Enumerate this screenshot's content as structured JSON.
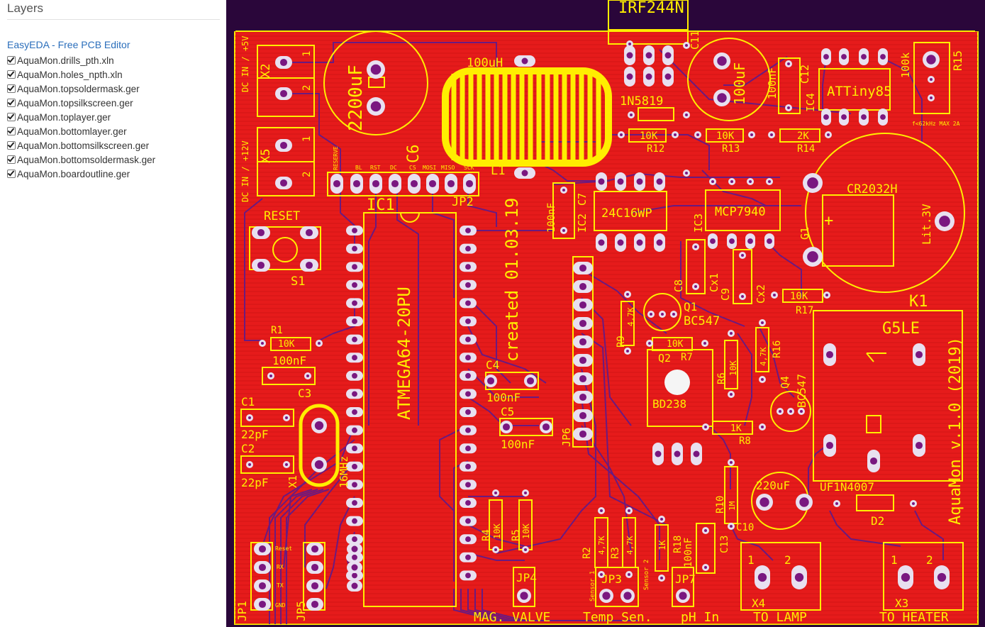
{
  "sidebar": {
    "title": "Layers",
    "editor_link": "EasyEDA - Free PCB Editor",
    "layers": [
      {
        "label": "AquaMon.drills_pth.xln",
        "checked": true
      },
      {
        "label": "AquaMon.holes_npth.xln",
        "checked": true
      },
      {
        "label": "AquaMon.topsoldermask.ger",
        "checked": true
      },
      {
        "label": "AquaMon.topsilkscreen.ger",
        "checked": true
      },
      {
        "label": "AquaMon.toplayer.ger",
        "checked": true
      },
      {
        "label": "AquaMon.bottomlayer.ger",
        "checked": true
      },
      {
        "label": "AquaMon.bottomsilkscreen.ger",
        "checked": true
      },
      {
        "label": "AquaMon.bottomsoldermask.ger",
        "checked": true
      },
      {
        "label": "AquaMon.boardoutline.ger",
        "checked": true
      }
    ]
  },
  "colors": {
    "background": "#2a063a",
    "copper": "#e61b1b",
    "silkscreen": "#ffee00",
    "pad": "#e8e0f0",
    "drill": "#7a1780",
    "trace": "#6a1a80"
  },
  "board": {
    "labels": {
      "irf": "IRF244N",
      "c11": "C11",
      "dc_in_5v": "DC IN / +5V",
      "x2": "X2",
      "dc_in_12v": "DC IN / +12V",
      "x5": "X5",
      "cap_2200": "2200uF",
      "inductor_val": "100uH",
      "l1": "L1",
      "diode_1n5819": "1N5819",
      "cap_100uf": "100uF",
      "cap_100nf_c12": "100nF",
      "ic4": "IC4",
      "c12": "C12",
      "attiny": "ATTiny85",
      "r15_val": "100k",
      "r15": "R15",
      "r12_val": "10K",
      "r12": "R12",
      "r13_val": "10K",
      "r13": "R13",
      "r14_val": "2K",
      "r14": "R14",
      "fine_print": "f<62kHz MAX 2A",
      "c6": "C6",
      "reserve": "RESERVE",
      "bl": "BL",
      "rst": "RST",
      "dc": "DC",
      "cs": "CS",
      "mosi": "MOSI",
      "miso": "MISO",
      "sck": "SCK",
      "jp2": "JP2",
      "ic1": "IC1",
      "reset": "RESET",
      "s1": "S1",
      "atmega": "ATMEGA64-20PU",
      "created": "created 01.03.19",
      "c7_val": "100nF",
      "c7": "C7",
      "ic2": "IC2",
      "eeprom": "24C16WP",
      "ic3": "IC3",
      "rtc": "MCP7940",
      "cr2032": "CR2032H",
      "plus": "+",
      "lit3v": "Lit.3V",
      "g1": "G1",
      "c8": "C8",
      "cx1": "Cx1",
      "c9": "C9",
      "cx2": "Cx2",
      "r17_val": "10K",
      "r17": "R17",
      "k1": "K1",
      "relay": "G5LE",
      "aquamon": "AquaMon v.1.0 (2019)",
      "r1": "R1",
      "r1_val": "10K",
      "c3_val": "100nF",
      "c3": "C3",
      "c1": "C1",
      "c1_val": "22pF",
      "c2": "C2",
      "c2_val": "22pF",
      "xtal": "16MHz",
      "x1": "X1",
      "c4": "C4",
      "c4_val": "100nF",
      "c5": "C5",
      "c5_val": "100nF",
      "jp6": "JP6",
      "q1": "Q1",
      "q1_type": "BC547",
      "r9": "R9",
      "r9_val": "4,7K",
      "q2": "Q2",
      "r7": "R7",
      "r7_val": "10K",
      "bd238": "BD238",
      "r6": "R6",
      "r6_val": "10K",
      "r16_val": "4,7K",
      "r16": "R16",
      "q4": "Q4",
      "q4_type": "BC547",
      "r8_val": "1K",
      "r8": "R8",
      "uf4007": "UF1N4007",
      "d2": "D2",
      "cap_220": "220uF",
      "r10": "R10",
      "r10_val": "1M",
      "c10": "C10",
      "r4": "R4",
      "r4_val": "10K",
      "r5": "R5",
      "r5_val": "10K",
      "r2": "R2",
      "r2_val": "4,7K",
      "r3": "R3",
      "r3_val": "4,7K",
      "r18": "R18",
      "r18_val": "1K",
      "c13": "C13",
      "c13_val": "100nF",
      "jp4": "JP4",
      "jp3": "JP3",
      "jp7": "JP7",
      "jp1": "JP1",
      "jp5": "JP5",
      "mag_valve": "MAG. VALVE",
      "temp_sen": "Temp Sen.",
      "ph_in": "pH In",
      "to_lamp": "TO LAMP",
      "to_heater": "TO HEATER",
      "x4": "X4",
      "x3": "X3",
      "one": "1",
      "two": "2",
      "jp1_reset": "Reset",
      "jp1_rx": "RX",
      "jp1_tx": "TX",
      "jp1_gnd": "GND",
      "sensor1": "Sensor 1",
      "sensor2": "Sensor 2"
    }
  }
}
